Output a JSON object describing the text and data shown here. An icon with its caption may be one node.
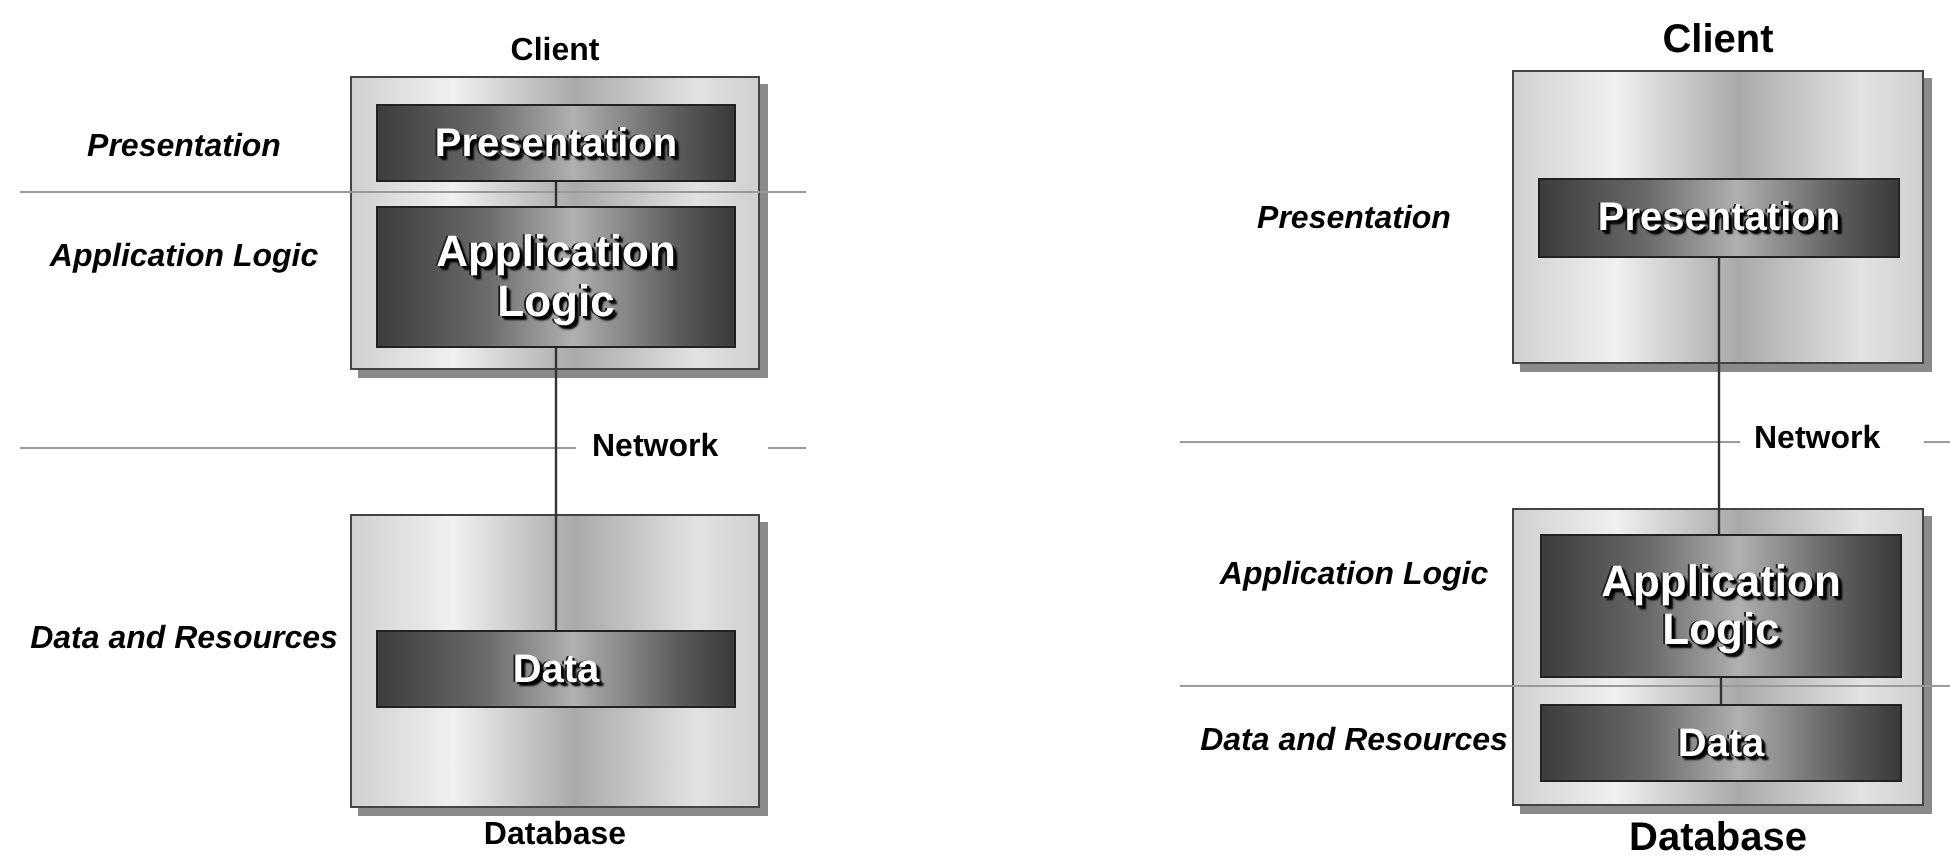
{
  "diagram": {
    "nodes": [
      {
        "text": [
          "Client"
        ]
      },
      {
        "text": [
          "Presentation"
        ],
        "in": 0
      },
      {
        "text": [
          "Application Logic"
        ],
        "in": 0
      },
      {
        "text": [
          "Database"
        ]
      },
      {
        "text": [
          "Data"
        ],
        "in": 3
      },
      {
        "text": [
          "Client"
        ]
      },
      {
        "text": [
          "Presentation"
        ],
        "in": 5
      },
      {
        "text": [
          "Database"
        ]
      },
      {
        "text": [
          "Application Logic"
        ],
        "in": 7
      },
      {
        "text": [
          "Data"
        ],
        "in": 7
      }
    ],
    "edges": [
      {
        "from": 1,
        "to": 2,
        "arrow": "none"
      },
      {
        "from": 2,
        "to": 4,
        "arrow": "none"
      },
      {
        "from": 6,
        "to": 8,
        "arrow": "none"
      },
      {
        "from": 8,
        "to": 9,
        "arrow": "none"
      }
    ],
    "labels": [
      "Presentation",
      "Application Logic",
      "Network",
      "Data and Resources",
      "Presentation",
      "Network",
      "Application Logic",
      "Data and Resources"
    ]
  }
}
